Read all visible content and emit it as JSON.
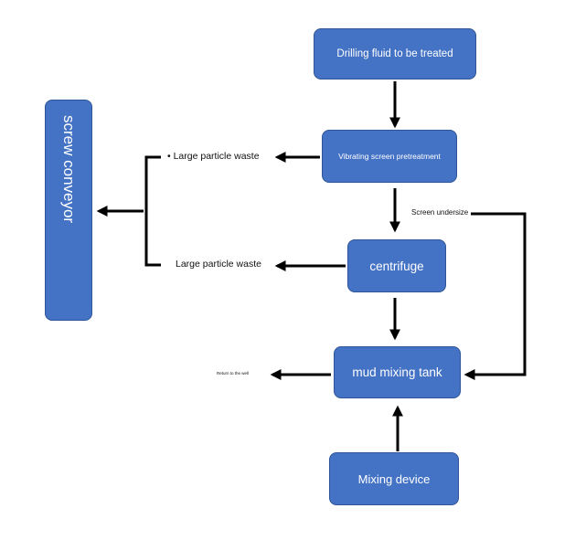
{
  "colors": {
    "box_fill": "#4472C4",
    "box_border": "#2F5597",
    "arrow": "#000000",
    "text": "#111111"
  },
  "nodes": {
    "drilling_fluid": "Drilling fluid to be treated",
    "vibrating_screen": "Vibrating screen pretreatment",
    "centrifuge": "centrifuge",
    "mud_mixing_tank": "mud mixing tank",
    "mixing_device": "Mixing device",
    "screw_conveyor": "screw conveyor"
  },
  "labels": {
    "large_waste_top": "• Large particle waste",
    "large_waste_bottom": "Large particle waste",
    "screen_undersize": "Screen undersize",
    "return_to_well": "Return to the well"
  }
}
